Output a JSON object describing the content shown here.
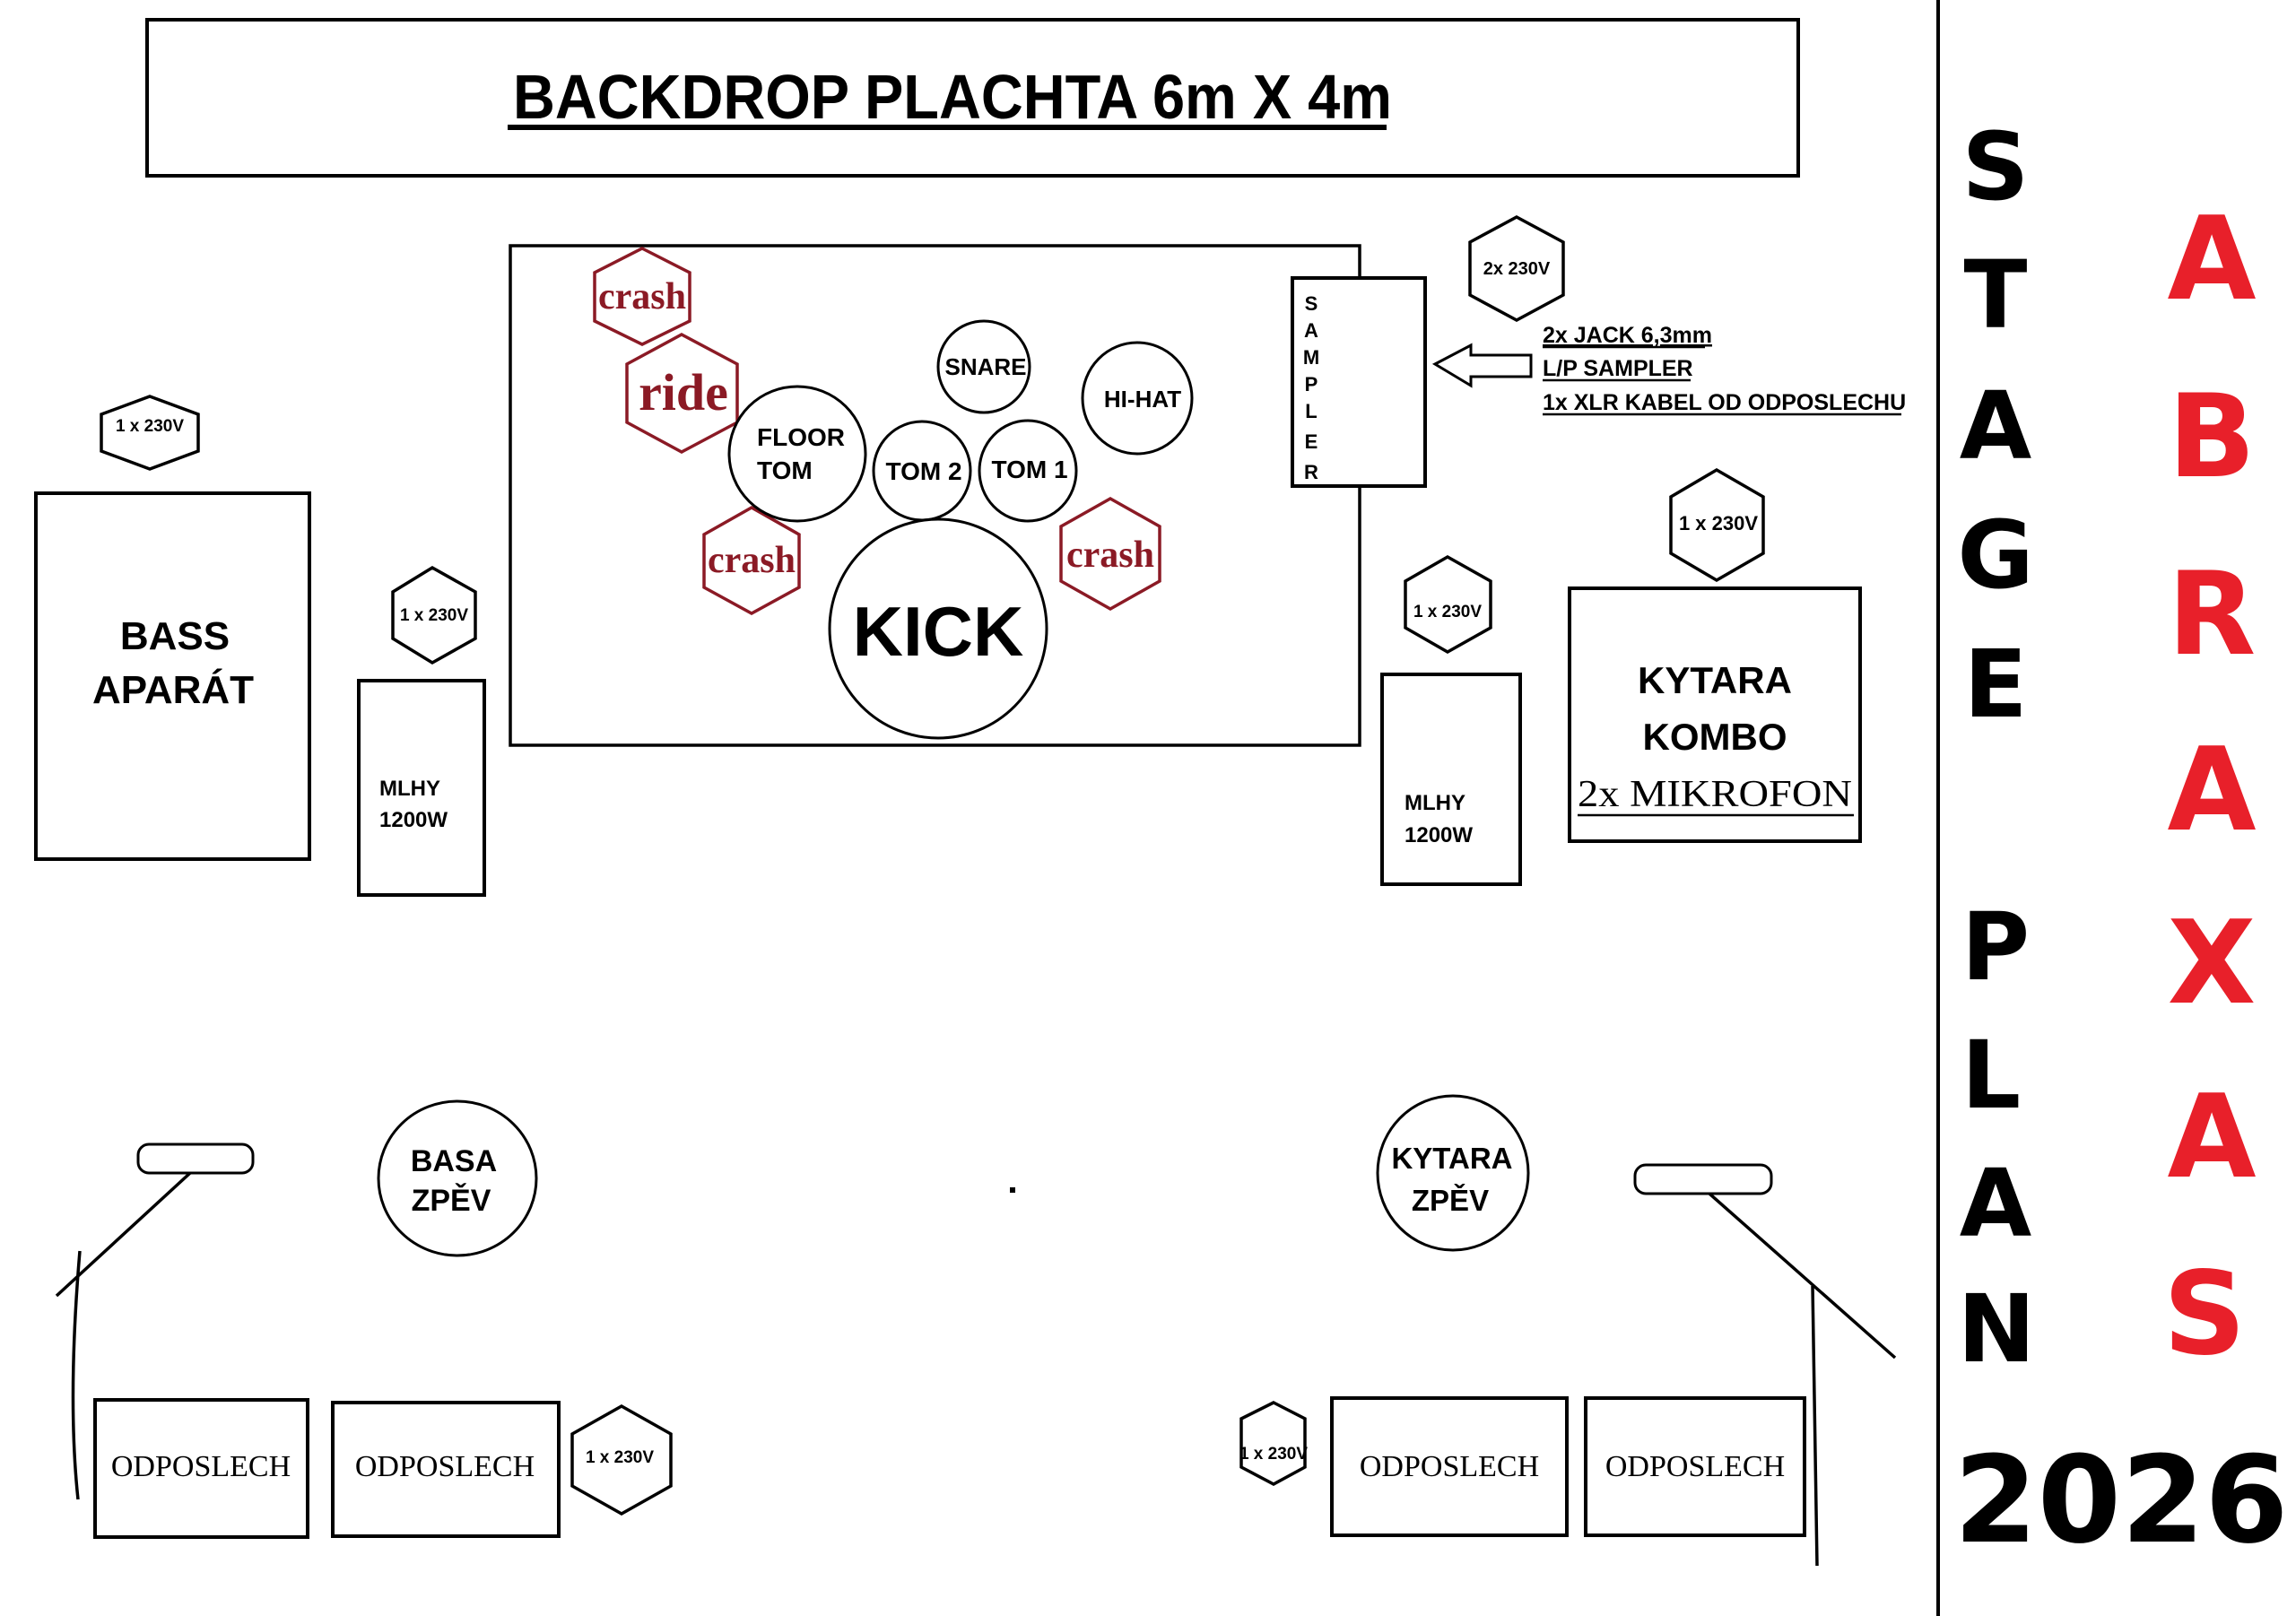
{
  "title": {
    "backdrop": "BACKDROP PLACHTA 6m X 4m"
  },
  "colors": {
    "cymbal": "#8b1a25",
    "band_name": "#e8202a",
    "ink": "#000000"
  },
  "drums": {
    "crash_top_left": "crash",
    "ride": "ride",
    "crash_bottom_left": "crash",
    "crash_right": "crash",
    "floor_tom_line1": "FLOOR",
    "floor_tom_line2": "TOM",
    "tom2": "TOM 2",
    "tom1": "TOM 1",
    "snare": "SNARE",
    "hihat": "HI-HAT",
    "kick": "KICK"
  },
  "sampler": {
    "letters": [
      "S",
      "A",
      "M",
      "P",
      "L",
      "E",
      "R"
    ],
    "power": "2x 230V",
    "notes": [
      "2x JACK 6,3mm",
      "L/P SAMPLER",
      "1x XLR KABEL OD ODPOSLECHU"
    ]
  },
  "power": {
    "bass_amp": "1 x 230V",
    "fog_left": "1 x 230V",
    "fog_right": "1 x 230V",
    "guitar_combo": "1 x 230V",
    "monitor_left": "1 x 230V",
    "monitor_right": "1 x 230V"
  },
  "equipment": {
    "bass_amp_line1": "BASS",
    "bass_amp_line2": "APARÁT",
    "fog_left_line1": "MLHY",
    "fog_left_line2": "1200W",
    "fog_right_line1": "MLHY",
    "fog_right_line2": "1200W",
    "guitar_combo_line1": "KYTARA",
    "guitar_combo_line2": "KOMBO",
    "guitar_combo_line3": "2x MIKROFON"
  },
  "vocals": {
    "bass_line1": "BASA",
    "bass_line2": "ZPĚV",
    "guitar_line1": "KYTARA",
    "guitar_line2": "ZPĚV"
  },
  "monitors": [
    "ODPOSLECH",
    "ODPOSLECH",
    "ODPOSLECH",
    "ODPOSLECH"
  ],
  "sidebar": {
    "stage_plan_letters": [
      "S",
      "T",
      "A",
      "G",
      "E",
      "P",
      "L",
      "A",
      "N"
    ],
    "band_letters": [
      "A",
      "B",
      "R",
      "A",
      "X",
      "A",
      "S"
    ],
    "year": "2026"
  }
}
